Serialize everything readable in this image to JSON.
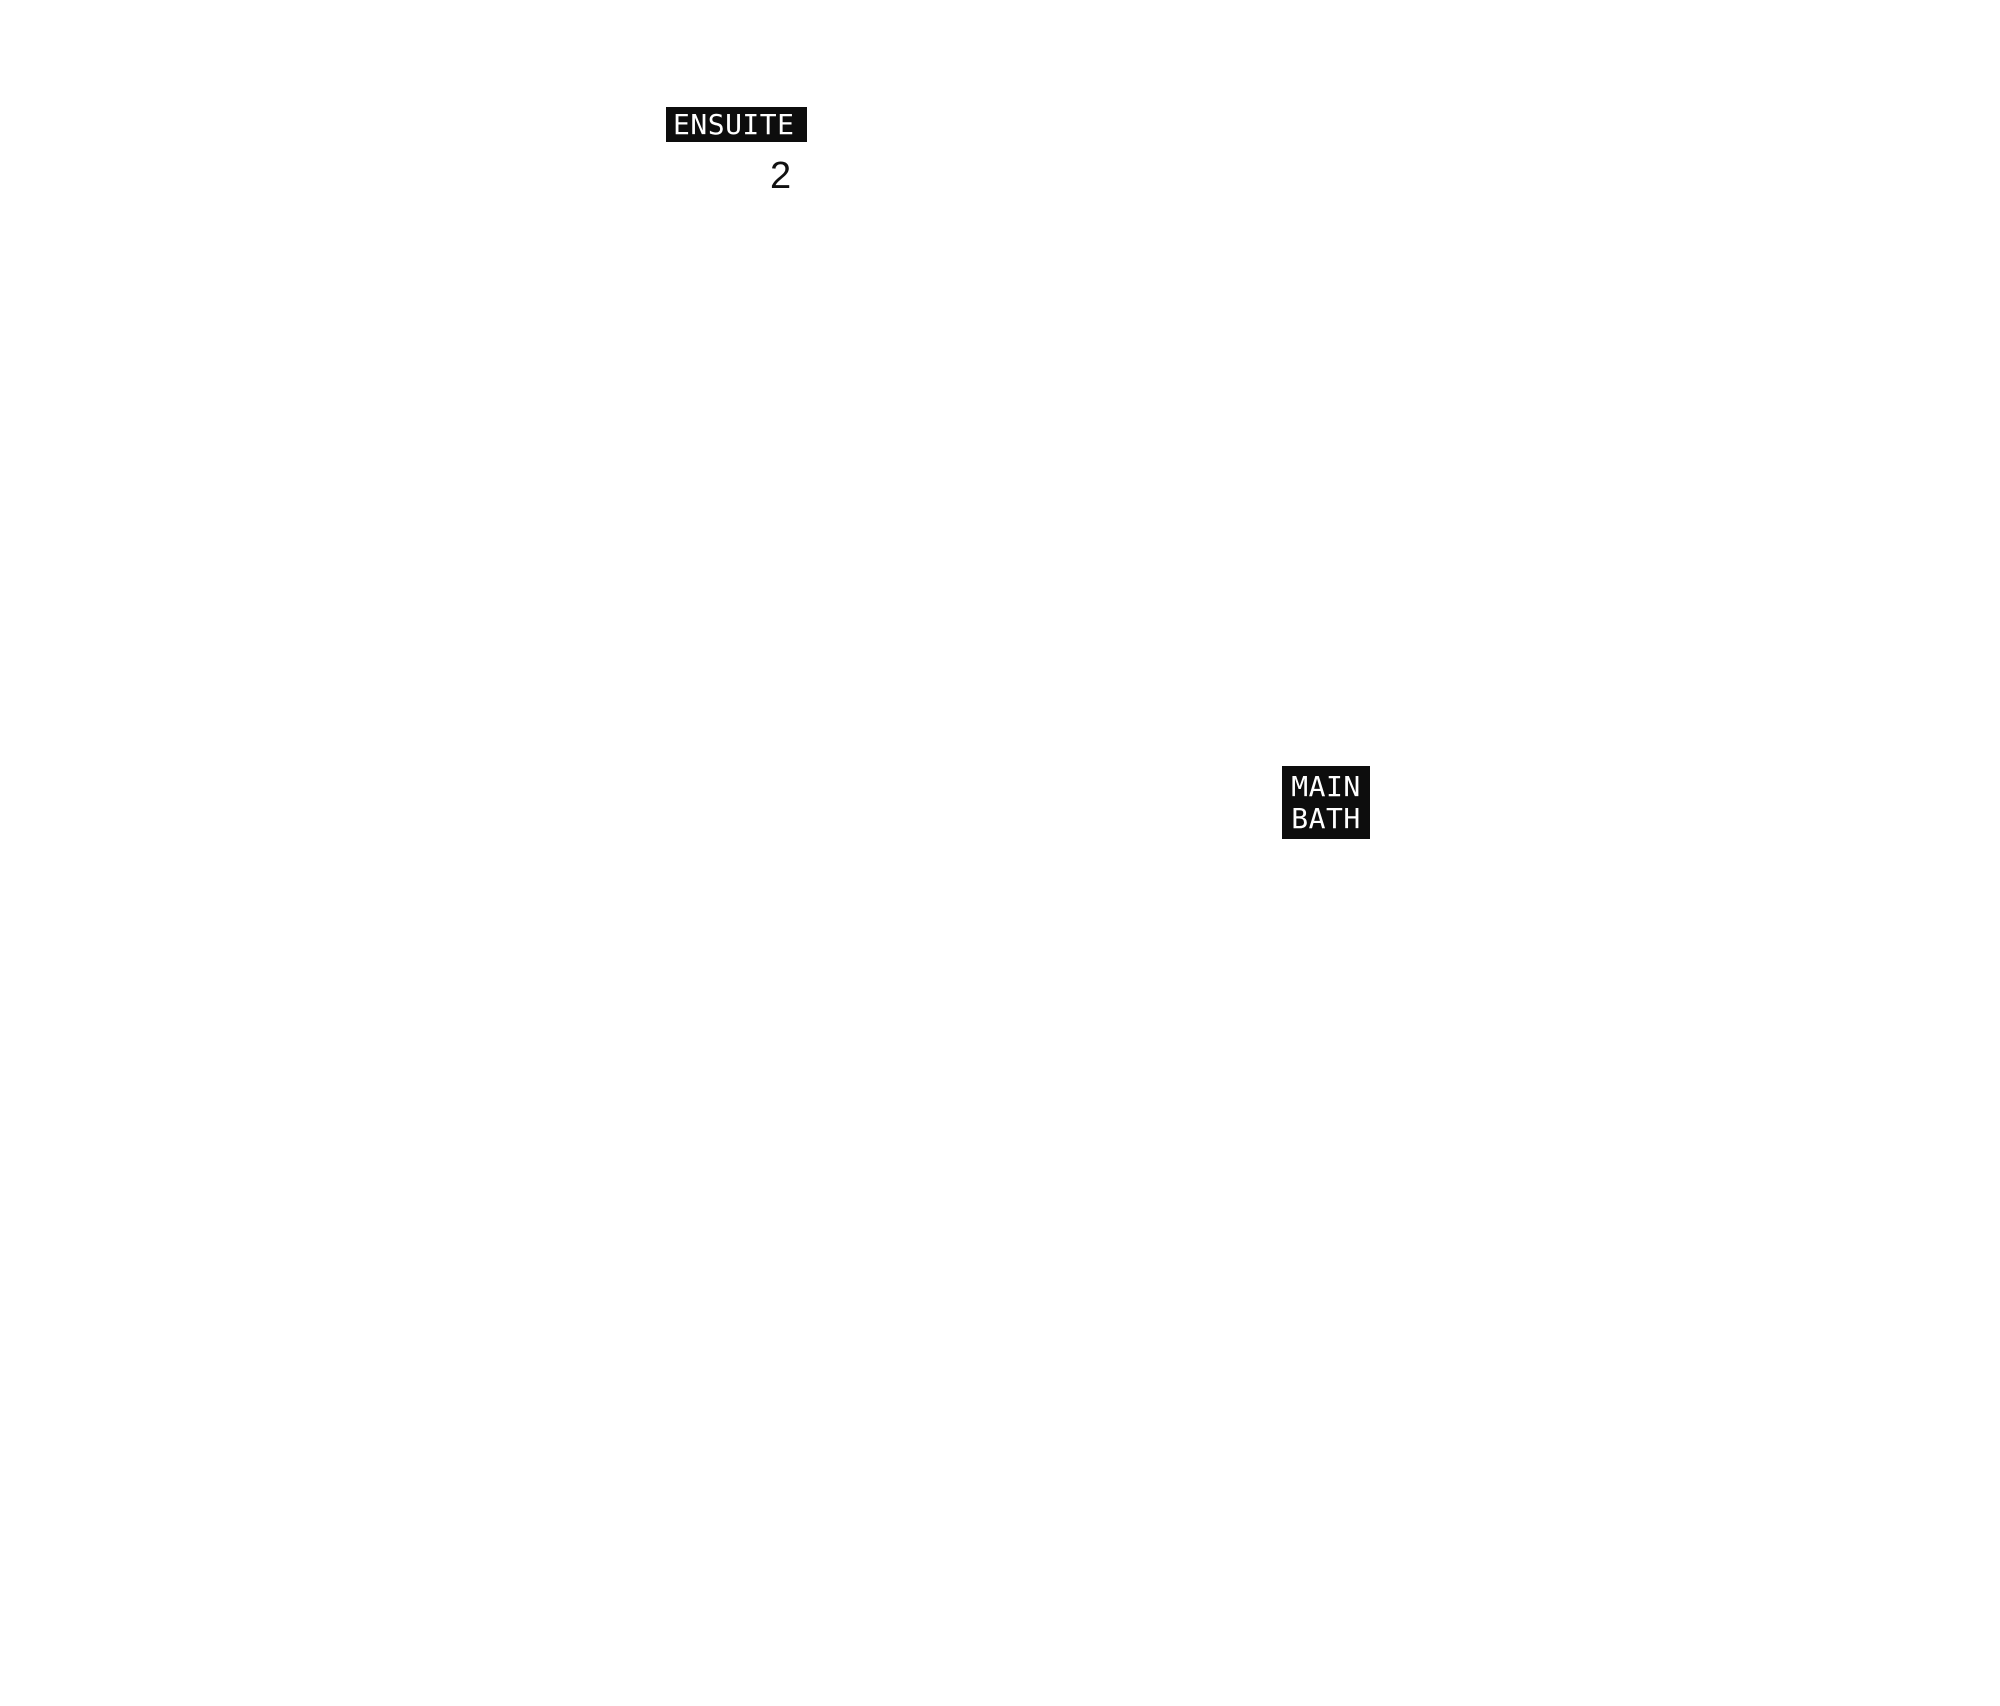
{
  "labels": {
    "ensuite": {
      "text": "ENSUITE",
      "number": "2"
    },
    "main_bath": {
      "line1": "MAIN",
      "line2": "BATH"
    }
  },
  "colors": {
    "background": "#ffffff",
    "tag_fill": "#0d0d0d",
    "tag_text": "#ffffff",
    "number_text": "#111111"
  }
}
